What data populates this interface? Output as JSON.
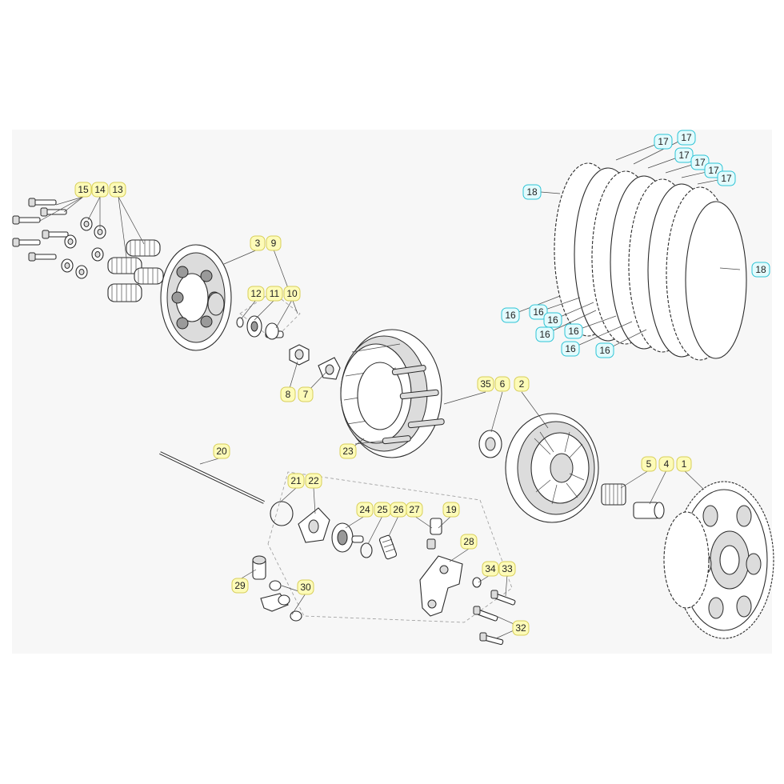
{
  "callouts": {
    "c1": "1",
    "c2": "2",
    "c3": "3",
    "c4": "4",
    "c5": "5",
    "c6": "6",
    "c7": "7",
    "c8": "8",
    "c9": "9",
    "c10": "10",
    "c11": "11",
    "c12": "12",
    "c13": "13",
    "c14": "14",
    "c15": "15",
    "c16": "16",
    "c17": "17",
    "c18": "18",
    "c19": "19",
    "c20": "20",
    "c21": "21",
    "c22": "22",
    "c23": "23",
    "c24": "24",
    "c25": "25",
    "c26": "26",
    "c27": "27",
    "c28": "28",
    "c29": "29",
    "c30": "30",
    "c32": "32",
    "c33": "33",
    "c34": "34",
    "c35": "35"
  },
  "colors": {
    "callout_fill": "#fdfbb8",
    "callout_border": "#d8cf5a",
    "plate_callout_fill": "#e3fbfd",
    "plate_callout_border": "#2ec4d6",
    "panel_background": "#f7f7f7"
  }
}
